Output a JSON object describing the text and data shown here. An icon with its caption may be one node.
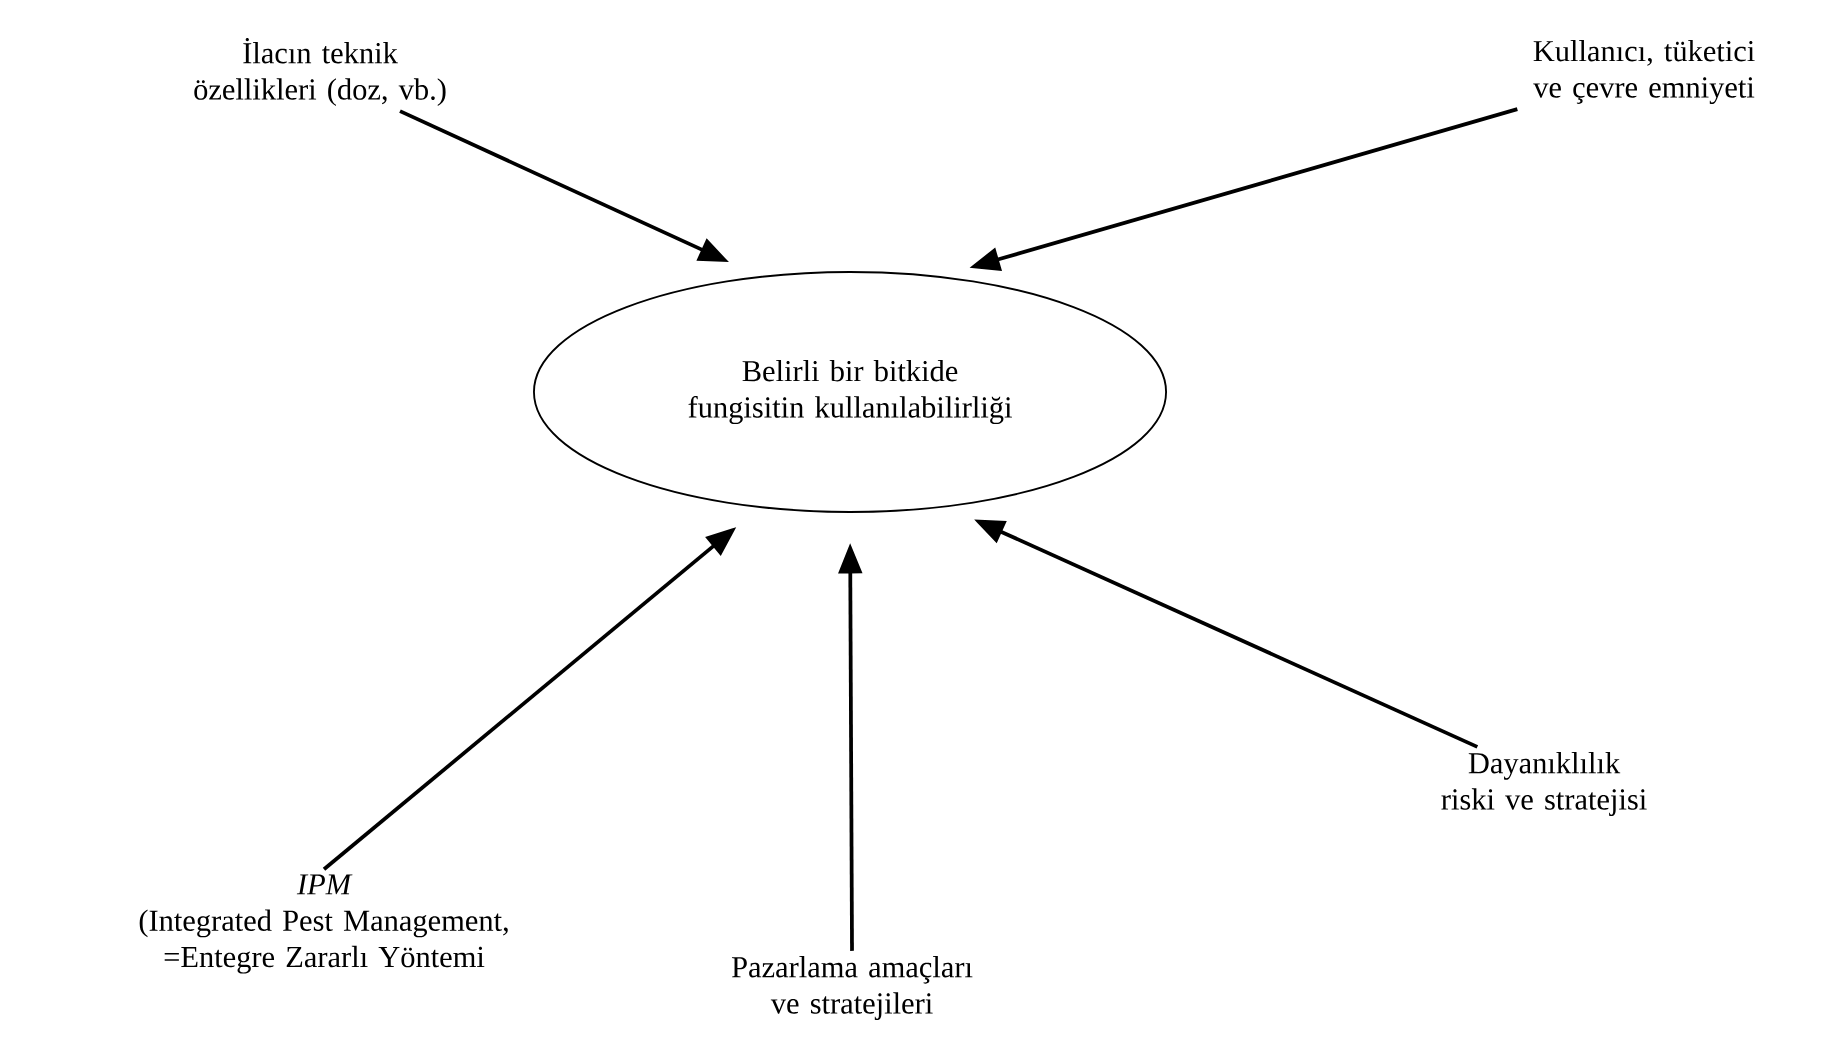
{
  "diagram": {
    "nodes": [
      {
        "text": [
          "İlacın teknik özellikleri (doz, vb.)"
        ]
      },
      {
        "text": [
          "Kullanıcı, tüketici ve çevre emniyeti"
        ]
      },
      {
        "text": [
          "Belirli bir bitkide fungisitin kullanılabilirliği"
        ]
      },
      {
        "text": [
          "IPM",
          "(Integrated Pest Management, =Entegre Zararlı Yöntemi"
        ]
      },
      {
        "text": [
          "Pazarlama amaçları ve stratejileri"
        ]
      },
      {
        "text": [
          "Dayanıklılık riski ve stratejisi"
        ]
      }
    ],
    "edges": [
      {
        "from": 0,
        "to": 2,
        "arrow": "to"
      },
      {
        "from": 1,
        "to": 2,
        "arrow": "to"
      },
      {
        "from": 3,
        "to": 2,
        "arrow": "to"
      },
      {
        "from": 4,
        "to": 2,
        "arrow": "to"
      },
      {
        "from": 5,
        "to": 2,
        "arrow": "to"
      }
    ]
  }
}
